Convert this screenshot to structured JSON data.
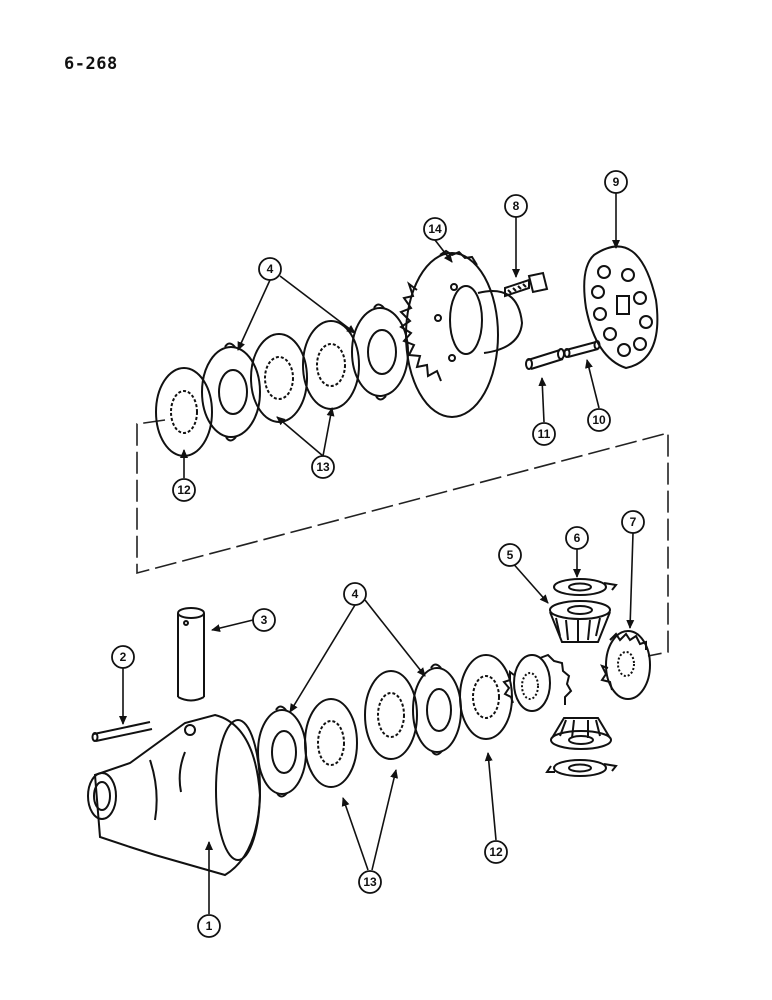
{
  "page_number": "6-268",
  "callouts": [
    "1",
    "2",
    "3",
    "4",
    "4",
    "5",
    "6",
    "7",
    "8",
    "9",
    "10",
    "11",
    "12",
    "12",
    "13",
    "13",
    "14"
  ]
}
